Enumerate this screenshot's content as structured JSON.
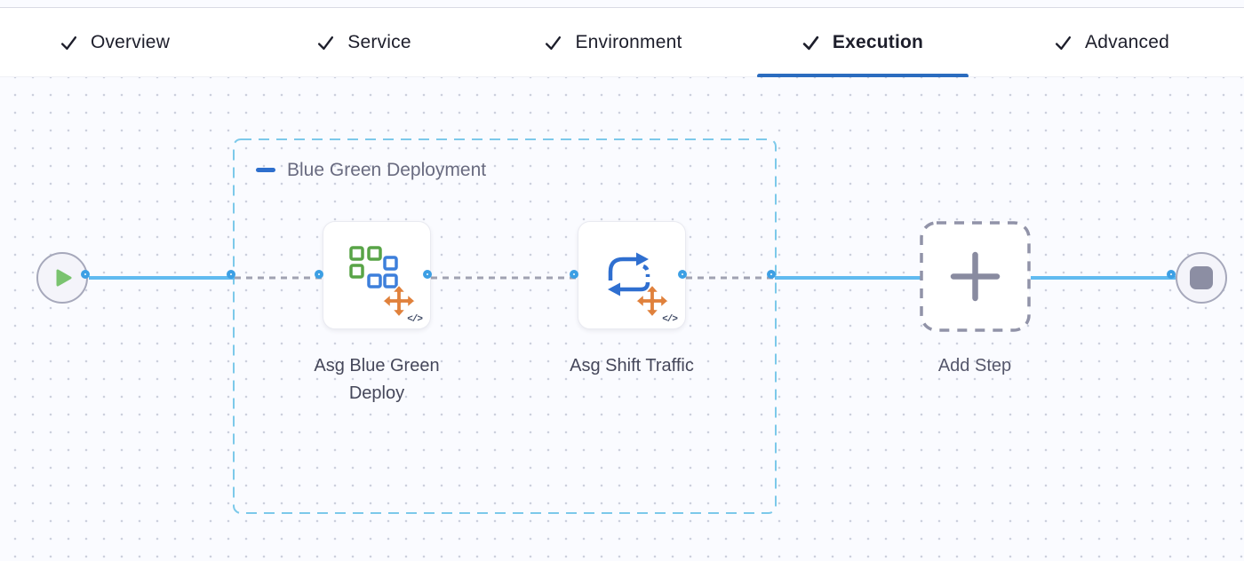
{
  "tab_bar": {
    "tabs": [
      {
        "label": "Overview",
        "state": "completed",
        "active": false
      },
      {
        "label": "Service",
        "state": "completed",
        "active": false
      },
      {
        "label": "Environment",
        "state": "completed",
        "active": false
      },
      {
        "label": "Execution",
        "state": "completed",
        "active": true
      },
      {
        "label": "Advanced",
        "state": "completed",
        "active": false
      }
    ],
    "check_icon": "check-icon"
  },
  "canvas": {
    "start_node": {
      "icon": "play-icon"
    },
    "group": {
      "label": "Blue Green Deployment",
      "collapse_icon": "minus-icon"
    },
    "steps": [
      {
        "label": "Asg Blue Green Deploy",
        "icon": "asg-blue-green-deploy-icon",
        "badge": "</>"
      },
      {
        "label": "Asg Shift Traffic",
        "icon": "asg-shift-traffic-icon",
        "badge": "</>"
      }
    ],
    "add_step": {
      "label": "Add Step",
      "icon": "plus-icon"
    },
    "end_node": {
      "icon": "stop-icon"
    }
  },
  "colors": {
    "active_tab_accent": "#2b6cbf",
    "flow_line_blue": "#60baf0",
    "port_ring_blue": "#3c9fe4",
    "group_border_cyan": "#7cc9ea",
    "dashed_connector_gray": "#a0a2b2",
    "play_icon_green": "#7ac36f",
    "stop_icon_gray": "#8c8ea3",
    "icon_square_green": "#58a447",
    "icon_square_blue": "#3d7fdb",
    "icon_arrow_blue": "#2f6fd0",
    "icon_move_orange": "#e0813c"
  }
}
